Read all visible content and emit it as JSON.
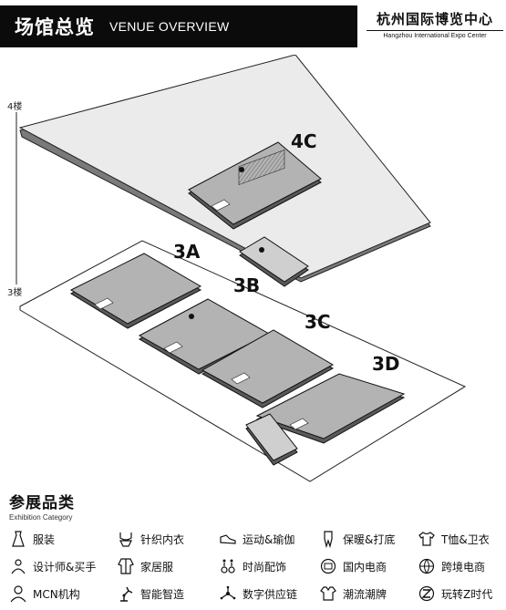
{
  "header": {
    "title_cn": "场馆总览",
    "title_en": "VENUE OVERVIEW",
    "brand_cn": "杭州国际博览中心",
    "brand_en": "Hangzhou International Expo Center"
  },
  "map": {
    "floors": [
      "4楼",
      "3楼"
    ],
    "halls": [
      "4C",
      "3A",
      "3B",
      "3C",
      "3D"
    ]
  },
  "legend": {
    "title": "参展品类",
    "subtitle": "Exhibition Category",
    "categories": [
      {
        "label": "服装",
        "icon": "dress-icon"
      },
      {
        "label": "针织内衣",
        "icon": "underwear-icon"
      },
      {
        "label": "运动&瑜伽",
        "icon": "sneaker-icon"
      },
      {
        "label": "保暖&打底",
        "icon": "thermal-suit-icon"
      },
      {
        "label": "T恤&卫衣",
        "icon": "tshirt-icon"
      },
      {
        "label": "设计师&买手",
        "icon": "designer-icon"
      },
      {
        "label": "家居服",
        "icon": "pajama-icon"
      },
      {
        "label": "时尚配饰",
        "icon": "earring-icon"
      },
      {
        "label": "国内电商",
        "icon": "domestic-ecommerce-icon"
      },
      {
        "label": "跨境电商",
        "icon": "cross-border-icon"
      },
      {
        "label": "MCN机构",
        "icon": "person-icon"
      },
      {
        "label": "智能智造",
        "icon": "robot-arm-icon"
      },
      {
        "label": "数字供应链",
        "icon": "network-icon"
      },
      {
        "label": "潮流潮牌",
        "icon": "trendy-shirt-icon"
      },
      {
        "label": "玩转Z时代",
        "icon": "z-generation-icon"
      }
    ]
  }
}
